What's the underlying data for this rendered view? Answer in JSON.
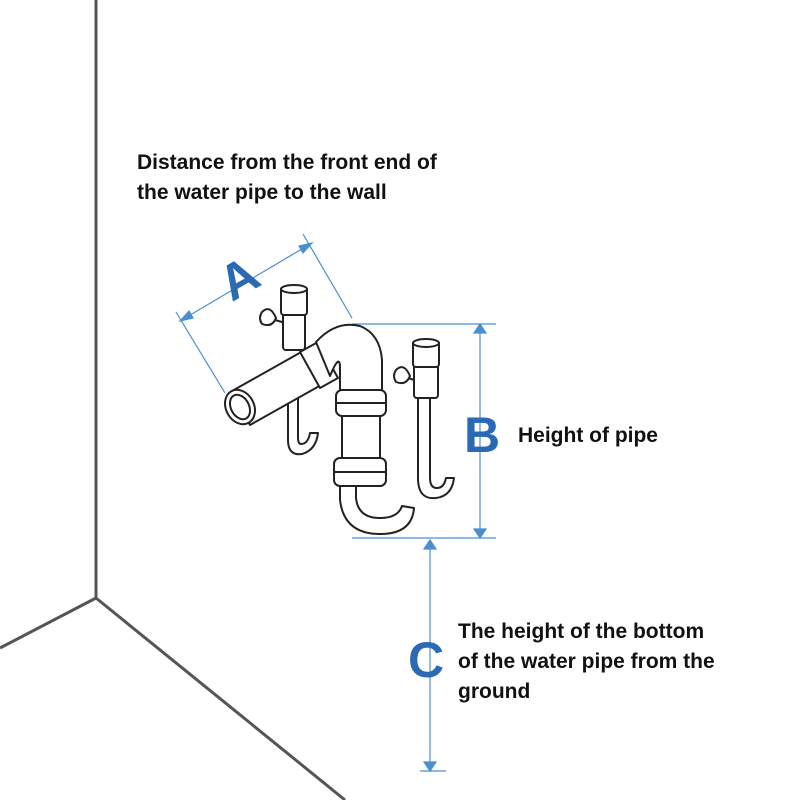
{
  "colors": {
    "accent": "#2a6ab4",
    "wall": "#555555",
    "pipe_stroke": "#222222",
    "dimension": "#4a8fcf"
  },
  "dimensions": {
    "a": {
      "letter": "A",
      "description": [
        "Distance from the front end of",
        "the water pipe to the wall"
      ]
    },
    "b": {
      "letter": "B",
      "description": [
        "Height of pipe"
      ]
    },
    "c": {
      "letter": "C",
      "description": [
        "The height of the bottom",
        "of the water pipe from the",
        "ground"
      ]
    }
  }
}
